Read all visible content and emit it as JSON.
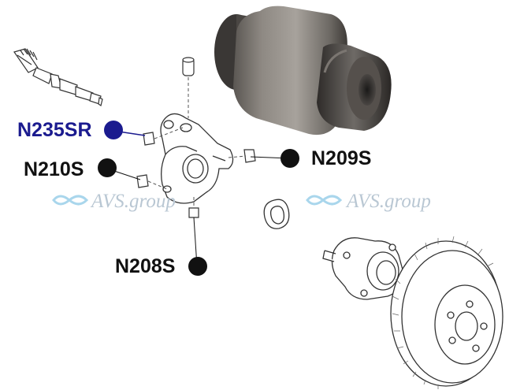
{
  "callouts": {
    "n235sr": {
      "label": "N235SR",
      "color": "#1b1b8f"
    },
    "n210s": {
      "label": "N210S",
      "color": "#111111"
    },
    "n209s": {
      "label": "N209S",
      "color": "#111111"
    },
    "n208s": {
      "label": "N208S",
      "color": "#111111"
    }
  },
  "watermarks": {
    "left": "AVS.group",
    "right": "AVS.group",
    "color": "#b9c7d3",
    "icon_color": "#a9d6ec"
  }
}
